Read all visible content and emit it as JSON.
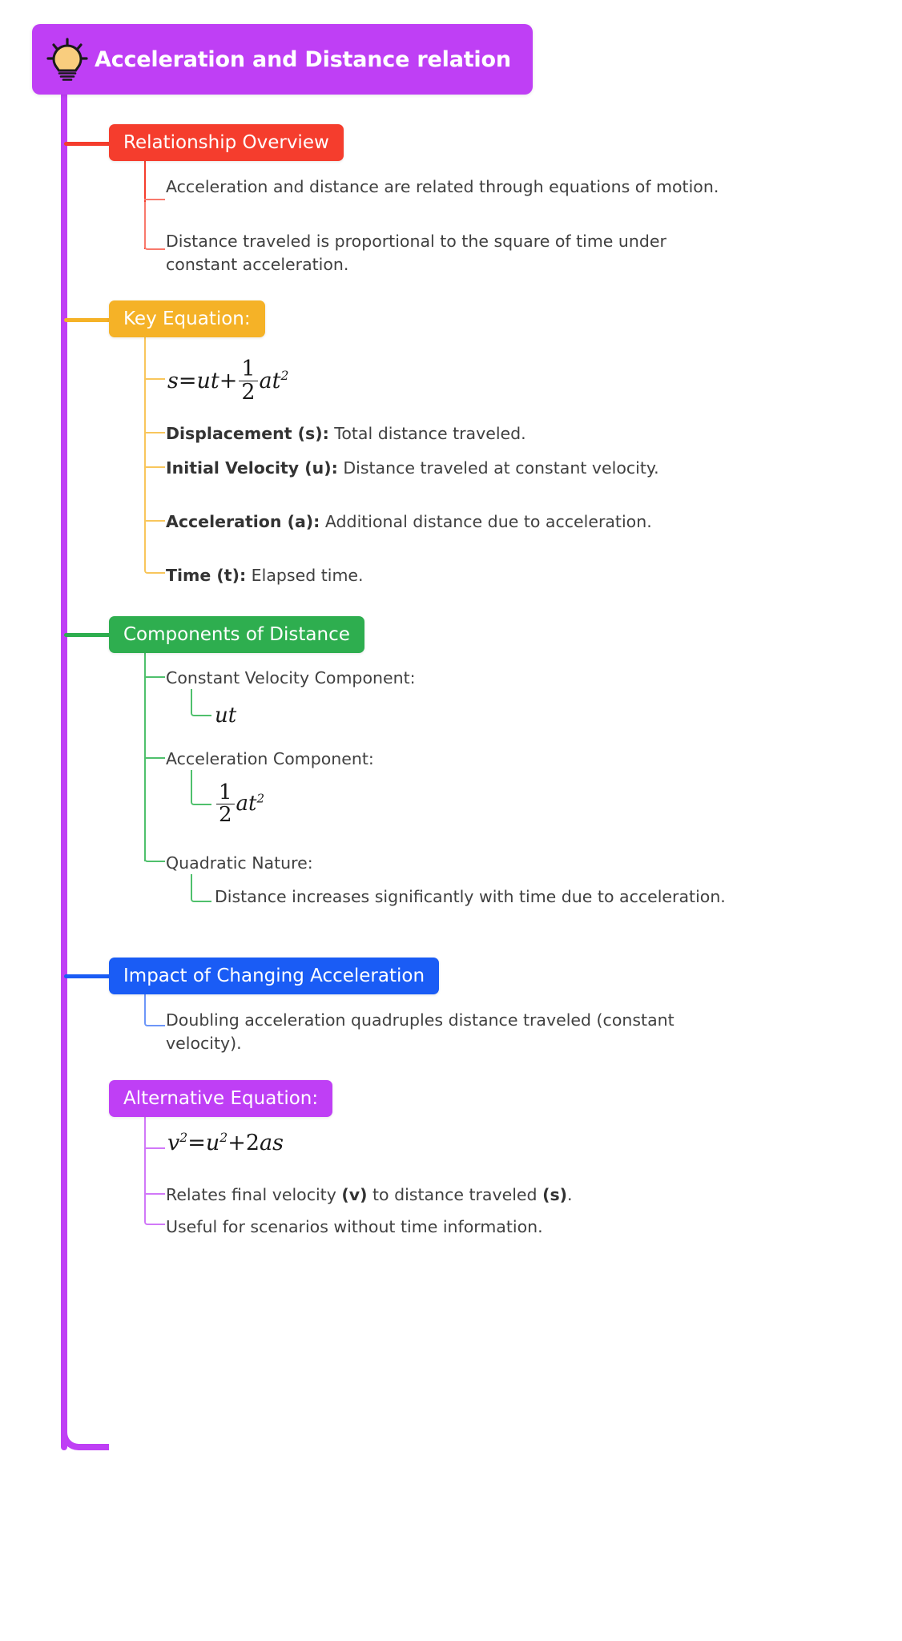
{
  "root": {
    "title": "Acceleration and Distance relation",
    "icon": "lightbulb-icon",
    "color": "#bf3ff5",
    "text_color": "#ffffff"
  },
  "colors": {
    "root_purple": "#bf3ff5",
    "red": "#f53d2d",
    "amber": "#f5b227",
    "green": "#2eae4f",
    "blue": "#1a5cf5",
    "purple": "#bf3ff5",
    "body_text": "#404040",
    "page_background": "#ffffff"
  },
  "branches": [
    {
      "label": "Relationship Overview",
      "color": "#f53d2d",
      "children": [
        {
          "text": "Acceleration and distance are related through equations of motion."
        },
        {
          "text": "Distance traveled is proportional to the square of time under constant acceleration."
        }
      ]
    },
    {
      "label": "Key Equation:",
      "color": "#f5b227",
      "children": [
        {
          "type": "math",
          "latex": "s=ut+\\frac{1}{2}at^{2}",
          "plain": "s=ut+1/2 at^2"
        },
        {
          "bold": "Displacement (s):",
          "text": " Total distance traveled."
        },
        {
          "bold": "Initial Velocity (u):",
          "text": " Distance traveled at constant velocity."
        },
        {
          "bold": "Acceleration (a):",
          "text": " Additional distance due to acceleration."
        },
        {
          "bold": "Time (t):",
          "text": " Elapsed time."
        }
      ]
    },
    {
      "label": "Components of Distance",
      "color": "#2eae4f",
      "children": [
        {
          "text": "Constant Velocity Component:",
          "subchildren": [
            {
              "type": "math",
              "latex": "ut",
              "plain": "ut"
            }
          ]
        },
        {
          "text": "Acceleration Component:",
          "subchildren": [
            {
              "type": "math",
              "latex": "\\frac{1}{2}at^{2}",
              "plain": "1/2 at^2"
            }
          ]
        },
        {
          "text": "Quadratic Nature:",
          "subchildren": [
            {
              "text": "Distance increases significantly with time due to acceleration."
            }
          ]
        }
      ]
    },
    {
      "label": "Impact of Changing Acceleration",
      "color": "#1a5cf5",
      "children": [
        {
          "text": "Doubling acceleration quadruples distance traveled (constant velocity)."
        }
      ]
    },
    {
      "label": "Alternative Equation:",
      "color": "#bf3ff5",
      "children": [
        {
          "type": "math",
          "latex": "v^{2}=u^{2}+2as",
          "plain": "v^2=u^2+2as"
        },
        {
          "pre": "Relates final velocity ",
          "bold": "(v)",
          "mid": " to distance traveled ",
          "bold2": "(s)",
          "post": "."
        },
        {
          "text": "Useful for scenarios without time information."
        }
      ]
    }
  ]
}
